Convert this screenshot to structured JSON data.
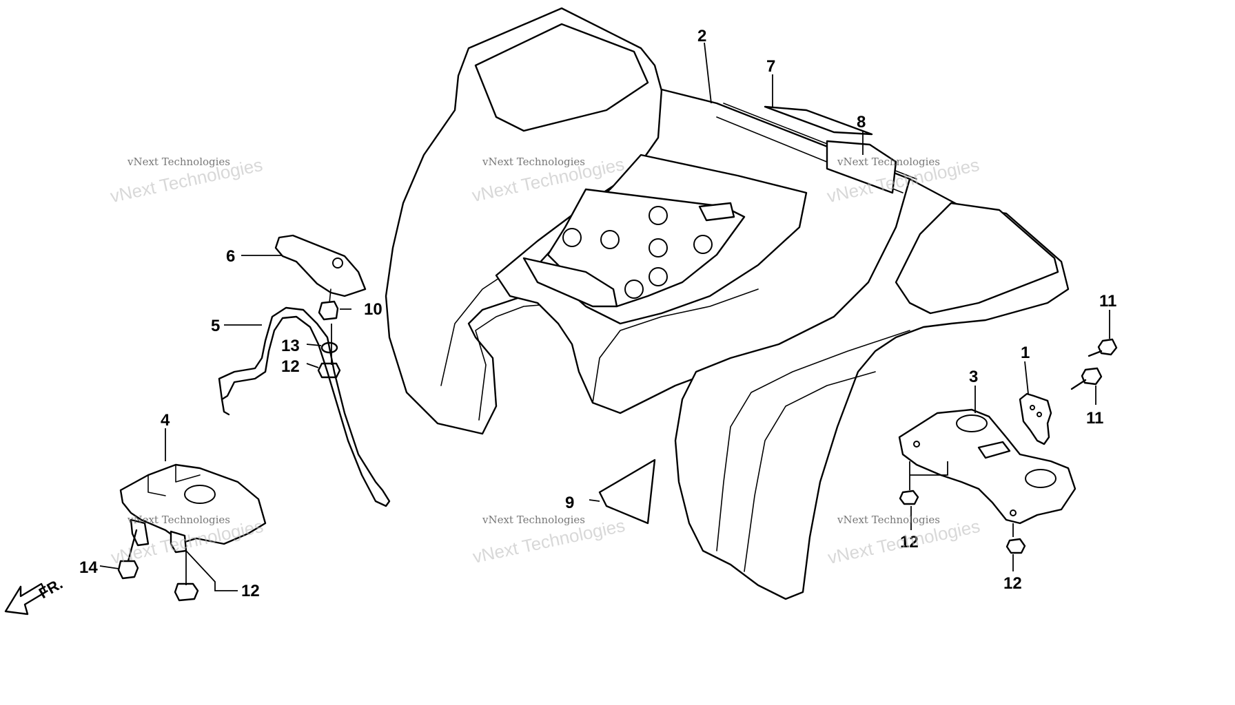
{
  "callouts": {
    "c1": "1",
    "c2": "2",
    "c3": "3",
    "c4": "4",
    "c5": "5",
    "c6": "6",
    "c7": "7",
    "c8": "8",
    "c9": "9",
    "c10": "10",
    "c11a": "11",
    "c11b": "11",
    "c12a": "12",
    "c12b": "12",
    "c12c": "12",
    "c12d": "12",
    "c13": "13",
    "c14": "14"
  },
  "direction_label": "FR.",
  "watermark": {
    "brand_large": "vNext Technologies",
    "brand_small": "vNext Technologies"
  },
  "colors": {
    "line": "#000000",
    "background": "#ffffff",
    "watermark": "#b8b8b8"
  }
}
